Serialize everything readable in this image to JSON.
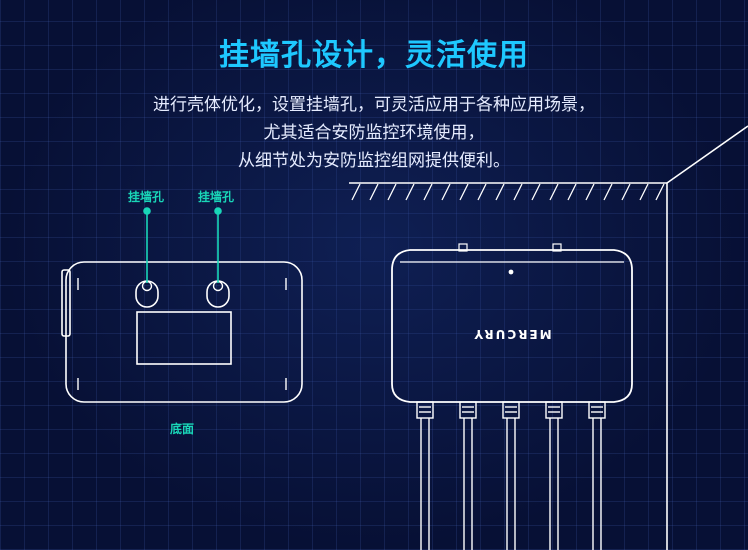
{
  "title": "挂墙孔设计，灵活使用",
  "description": [
    "进行壳体优化，设置挂墙孔，可灵活应用于各种应用场景，",
    "尤其适合安防监控环境使用，",
    "从细节处为安防监控组网提供便利。"
  ],
  "left_device": {
    "hole_label_1": "挂墙孔",
    "hole_label_2": "挂墙孔",
    "bottom_label": "底面"
  },
  "right_device": {
    "brand": "MERCURY"
  },
  "colors": {
    "background": "#071035",
    "title": "#1ec8ff",
    "accent": "#19d6b8",
    "line": "#ffffff"
  }
}
